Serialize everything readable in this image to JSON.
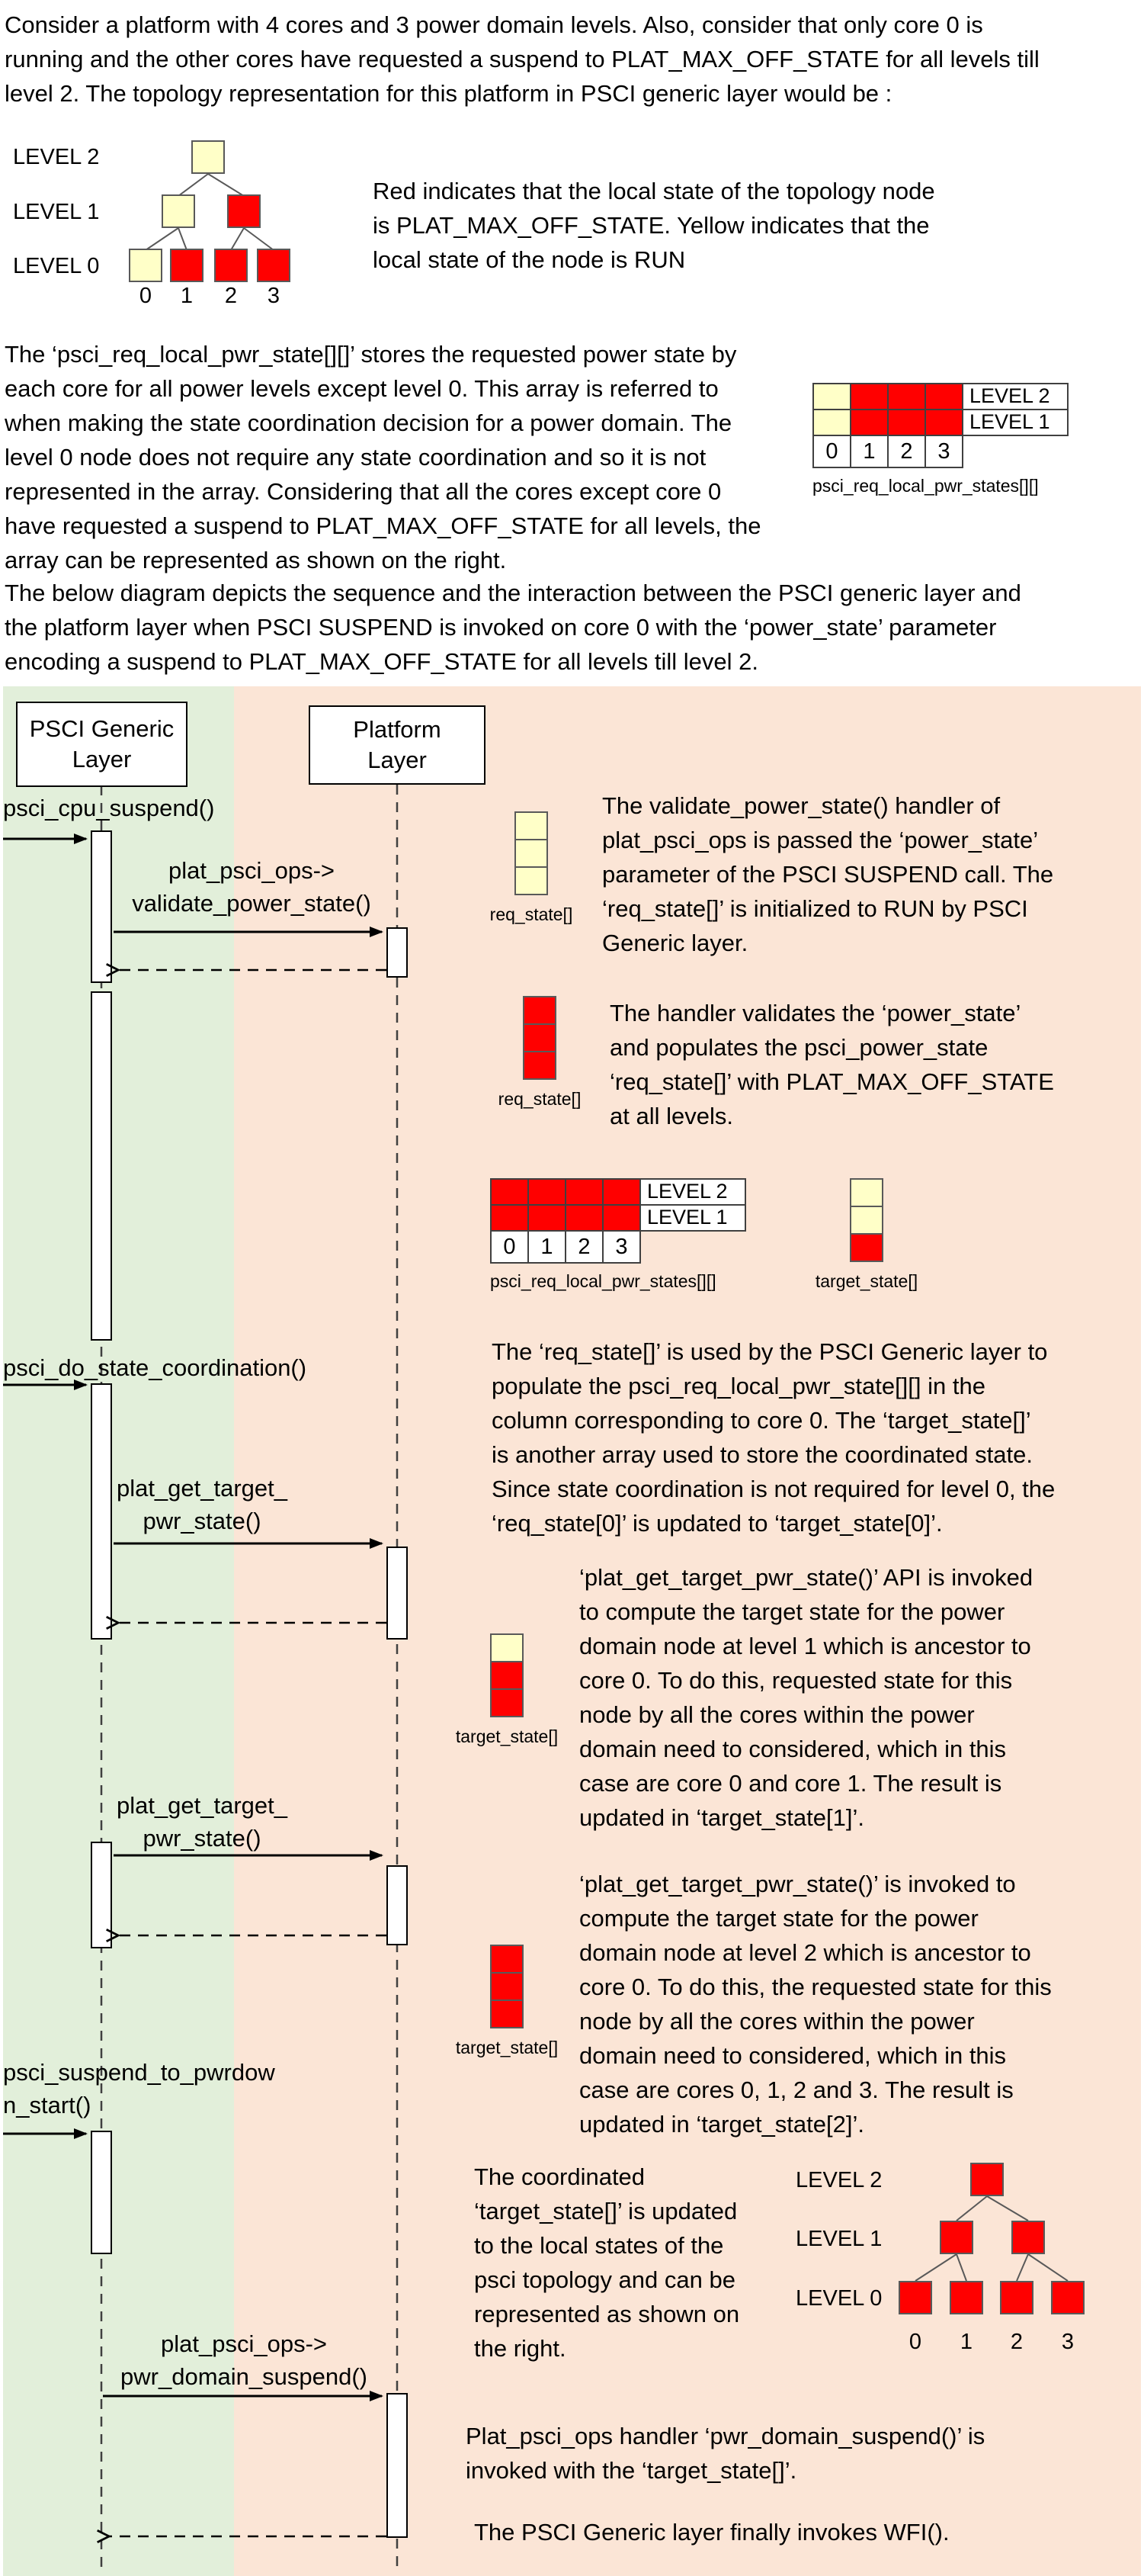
{
  "colors": {
    "run": "#FFFFC8",
    "off": "#FF0000",
    "generic_layer_bg": "#E2EFDA",
    "platform_layer_bg": "#FBE5D6"
  },
  "intro": {
    "p1": "Consider a platform with 4 cores and 3 power domain levels. Also, consider that only core 0 is\nrunning and the other cores have requested a suspend to PLAT_MAX_OFF_STATE for all levels till\nlevel 2. The topology representation for this platform in PSCI generic layer would be :",
    "legend": "Red indicates that the local state of the topology node\nis PLAT_MAX_OFF_STATE. Yellow indicates that the\nlocal state of the node is RUN",
    "p2": "The ‘psci_req_local_pwr_state[][]’ stores the requested power state by\neach core for all power levels except level 0. This array is referred to\nwhen making the state coordination decision for a power domain. The\nlevel 0 node does not require any state coordination and so it is not\nrepresented in the array. Considering that all the cores except core 0\nhave requested a suspend to PLAT_MAX_OFF_STATE for all levels, the\narray can be represented as shown on the right.",
    "p3": "The below diagram depicts the sequence and the interaction between the PSCI generic layer and\nthe platform layer when PSCI SUSPEND is invoked on core 0 with the ‘power_state’ parameter\nencoding a suspend to PLAT_MAX_OFF_STATE for all levels till level 2."
  },
  "labels": {
    "level2": "LEVEL 2",
    "level1": "LEVEL 1",
    "level0": "LEVEL 0",
    "cores": [
      "0",
      "1",
      "2",
      "3"
    ]
  },
  "trees": {
    "top": {
      "level2": [
        "run"
      ],
      "level1": [
        "run",
        "off"
      ],
      "level0": [
        "run",
        "off",
        "off",
        "off"
      ]
    },
    "bottom": {
      "level2": [
        "off"
      ],
      "level1": [
        "off",
        "off"
      ],
      "level0": [
        "off",
        "off",
        "off",
        "off"
      ]
    }
  },
  "grids": {
    "initial": {
      "rows": [
        {
          "label": "LEVEL 2",
          "cells": [
            "run",
            "off",
            "off",
            "off"
          ]
        },
        {
          "label": "LEVEL 1",
          "cells": [
            "run",
            "off",
            "off",
            "off"
          ]
        }
      ],
      "cores": [
        "0",
        "1",
        "2",
        "3"
      ],
      "caption": "psci_req_local_pwr_states[][]"
    },
    "updated": {
      "rows": [
        {
          "label": "LEVEL 2",
          "cells": [
            "off",
            "off",
            "off",
            "off"
          ]
        },
        {
          "label": "LEVEL 1",
          "cells": [
            "off",
            "off",
            "off",
            "off"
          ]
        }
      ],
      "cores": [
        "0",
        "1",
        "2",
        "3"
      ],
      "caption": "psci_req_local_pwr_states[][]"
    }
  },
  "arrays": {
    "req_state_initial": {
      "cells": [
        "run",
        "run",
        "run"
      ],
      "caption": "req_state[]"
    },
    "req_state_populated": {
      "cells": [
        "off",
        "off",
        "off"
      ],
      "caption": "req_state[]"
    },
    "target_state_1": {
      "cells": [
        "run",
        "run",
        "off"
      ],
      "caption": "target_state[]"
    },
    "target_state_2": {
      "cells": [
        "run",
        "off",
        "off"
      ],
      "caption": "target_state[]"
    },
    "target_state_3": {
      "cells": [
        "off",
        "off",
        "off"
      ],
      "caption": "target_state[]"
    }
  },
  "sequence": {
    "psci_actor": "PSCI Generic\nLayer",
    "platform_actor": "Platform\nLayer",
    "m1": "psci_cpu_suspend()",
    "m2": "plat_psci_ops->\nvalidate_power_state()",
    "m3": "psci_do_state_coordination()",
    "m4": "plat_get_target_\npwr_state()",
    "m5": "plat_get_target_\npwr_state()",
    "m6": "psci_suspend_to_pwrdow\nn_start()",
    "m7": "plat_psci_ops->\npwr_domain_suspend()",
    "notes": {
      "n1": "The validate_power_state() handler of\nplat_psci_ops is passed the ‘power_state’\nparameter of the PSCI SUSPEND call. The\n‘req_state[]’ is initialized to RUN by PSCI\nGeneric layer.",
      "n2": "The handler validates the ‘power_state’\nand populates the psci_power_state\n‘req_state[]’ with PLAT_MAX_OFF_STATE\nat all levels.",
      "n3": "The ‘req_state[]’ is used by the PSCI Generic layer to\npopulate the psci_req_local_pwr_state[][] in the\ncolumn corresponding to core 0. The ‘target_state[]’\nis another array used to store the coordinated state.\nSince state coordination is not required for level 0, the\n‘req_state[0]’ is updated to ‘target_state[0]’.",
      "n4": "‘plat_get_target_pwr_state()’ API is invoked\nto compute the target state for the power\ndomain node at level 1 which is ancestor to\ncore 0. To do this, requested state for this\nnode by all the cores within the power\ndomain need to considered, which in this\ncase are core 0 and core 1. The result is\nupdated in ‘target_state[1]’.",
      "n5": "‘plat_get_target_pwr_state()’ is invoked to\ncompute the target state for the power\ndomain node at level 2 which is ancestor to\ncore 0. To do this, the requested state for this\nnode by all the cores within the power\ndomain need to considered, which in this\ncase are cores 0, 1, 2 and 3. The result is\nupdated in ‘target_state[2]’.",
      "n6": "The coordinated\n‘target_state[]’ is updated\nto the local states of the\npsci topology and can be\nrepresented as shown on\nthe right.",
      "n7": "Plat_psci_ops handler ‘pwr_domain_suspend()’ is\ninvoked with the ‘target_state[]’.",
      "n8": "The PSCI Generic layer finally invokes WFI()."
    }
  }
}
